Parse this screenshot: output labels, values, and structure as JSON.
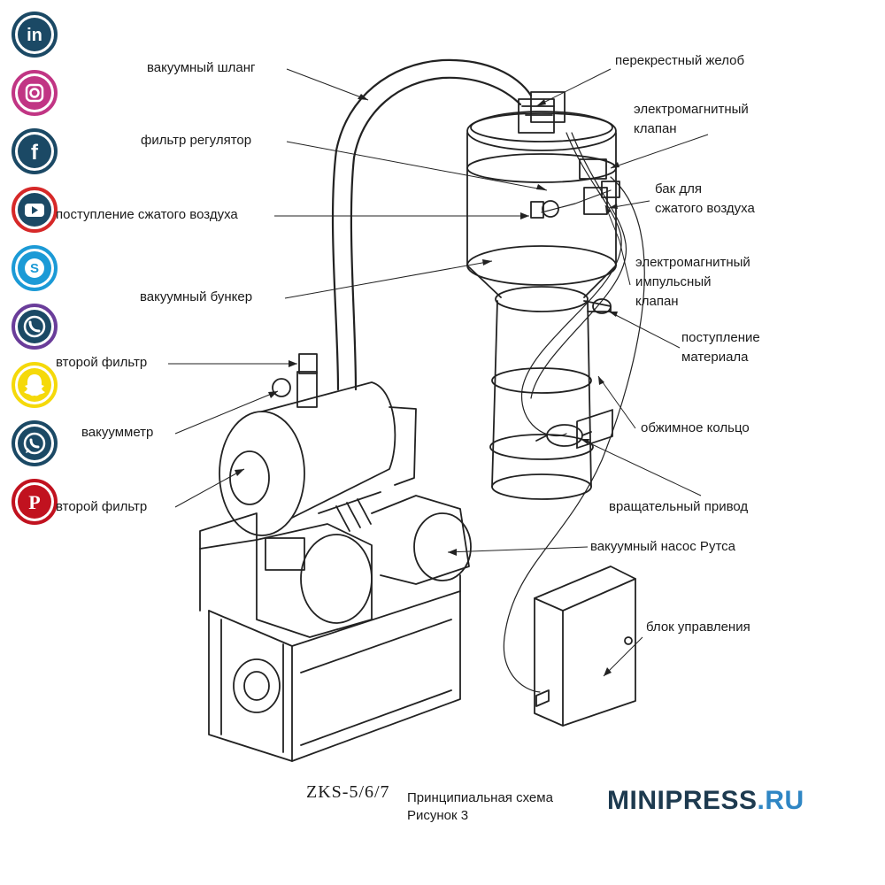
{
  "social": [
    {
      "name": "linkedin",
      "glyph": "in",
      "color": "#1b4965"
    },
    {
      "name": "instagram",
      "glyph": "◎",
      "color": "#c13584"
    },
    {
      "name": "facebook",
      "glyph": "f",
      "color": "#1b4965"
    },
    {
      "name": "youtube",
      "glyph": "▶",
      "color": "#d62828"
    },
    {
      "name": "skype",
      "glyph": "S",
      "color": "#1b9ad6"
    },
    {
      "name": "viber",
      "glyph": "✆",
      "color": "#6a3d9a"
    },
    {
      "name": "snapchat",
      "glyph": "👻",
      "color": "#f5d90a"
    },
    {
      "name": "whatsapp",
      "glyph": "✆",
      "color": "#1b4965"
    },
    {
      "name": "pinterest",
      "glyph": "P",
      "color": "#c1121f"
    }
  ],
  "labels": {
    "vacuum_hose": "вакуумный шланг",
    "filter_regulator": "фильтр регулятор",
    "compressed_air_inlet": "поступление сжатого воздуха",
    "vacuum_hopper": "вакуумный бункер",
    "second_filter_top": "второй фильтр",
    "vacuum_gauge": "вакуумметр",
    "second_filter_bottom": "второй фильтр",
    "cross_chute": "перекрестный желоб",
    "solenoid_valve": [
      "электромагнитный",
      "клапан"
    ],
    "air_tank": [
      "бак для",
      "сжатого воздуха"
    ],
    "pulse_valve": [
      "электромагнитный",
      "импульсный",
      "клапан"
    ],
    "material_inlet": [
      "поступление",
      "материала"
    ],
    "clamp_ring": "обжимное кольцо",
    "rotary_drive": "вращательный привод",
    "roots_pump": "вакуумный насос Рутса",
    "control_box": "блок управления"
  },
  "footer": {
    "model": "ZKS-5/6/7",
    "scheme": "Принципиальная схема",
    "figure": "Рисунок 3"
  },
  "logo": {
    "part1": "MINIPRESS",
    "part2": ".RU"
  }
}
